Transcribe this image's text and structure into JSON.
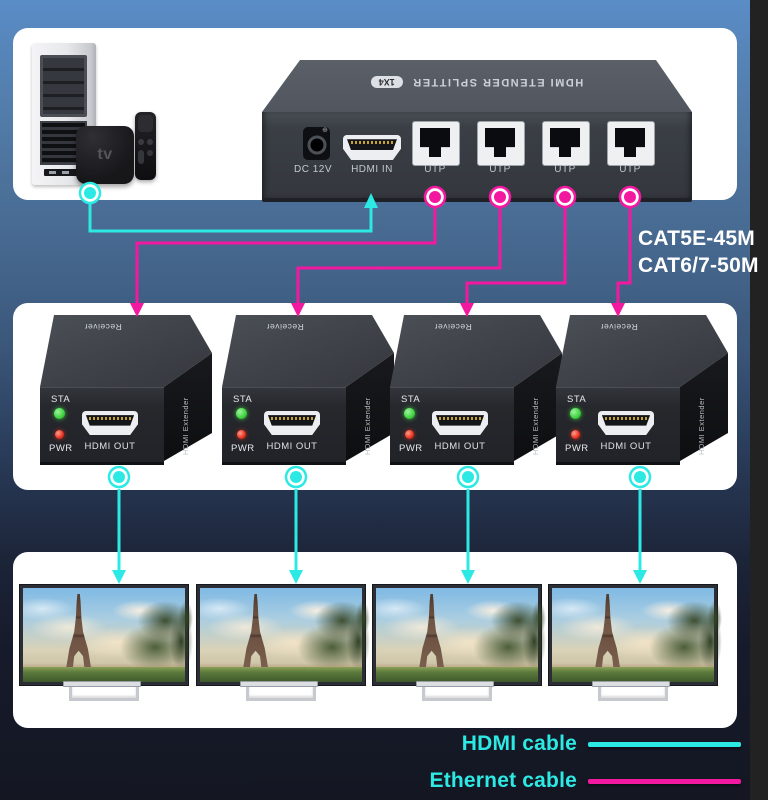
{
  "colors": {
    "hdmi_cable": "#2de9e4",
    "ethernet_cable": "#f318a0",
    "background_top": "#5a8cc6",
    "background_bottom": "#141722",
    "panel": "#ffffff",
    "led_status": "#3fd23f",
    "led_power": "#e8311f"
  },
  "source": {
    "apple_tv_logo": "tv",
    "splitter": {
      "name_label": "HDMI ETENDER SPLITTER",
      "badge_label": "1X4",
      "dc_port_label": "DC 12V",
      "hdmi_in_label": "HDMI IN",
      "utp_labels": [
        "UTP",
        "UTP",
        "UTP",
        "UTP"
      ]
    }
  },
  "cable_spec": {
    "line1": "CAT5E-45M",
    "line2": "CAT6/7-50M"
  },
  "receivers": [
    {
      "top_label": "Receiver",
      "side_label": "HDMI Extender",
      "status_led_label": "STA",
      "power_led_label": "PWR",
      "port_label": "HDMI OUT"
    },
    {
      "top_label": "Receiver",
      "side_label": "HDMI Extender",
      "status_led_label": "STA",
      "power_led_label": "PWR",
      "port_label": "HDMI OUT"
    },
    {
      "top_label": "Receiver",
      "side_label": "HDMI Extender",
      "status_led_label": "STA",
      "power_led_label": "PWR",
      "port_label": "HDMI OUT"
    },
    {
      "top_label": "Receiver",
      "side_label": "HDMI Extender",
      "status_led_label": "STA",
      "power_led_label": "PWR",
      "port_label": "HDMI OUT"
    }
  ],
  "legend": {
    "hdmi": "HDMI cable",
    "ethernet": "Ethernet cable"
  }
}
